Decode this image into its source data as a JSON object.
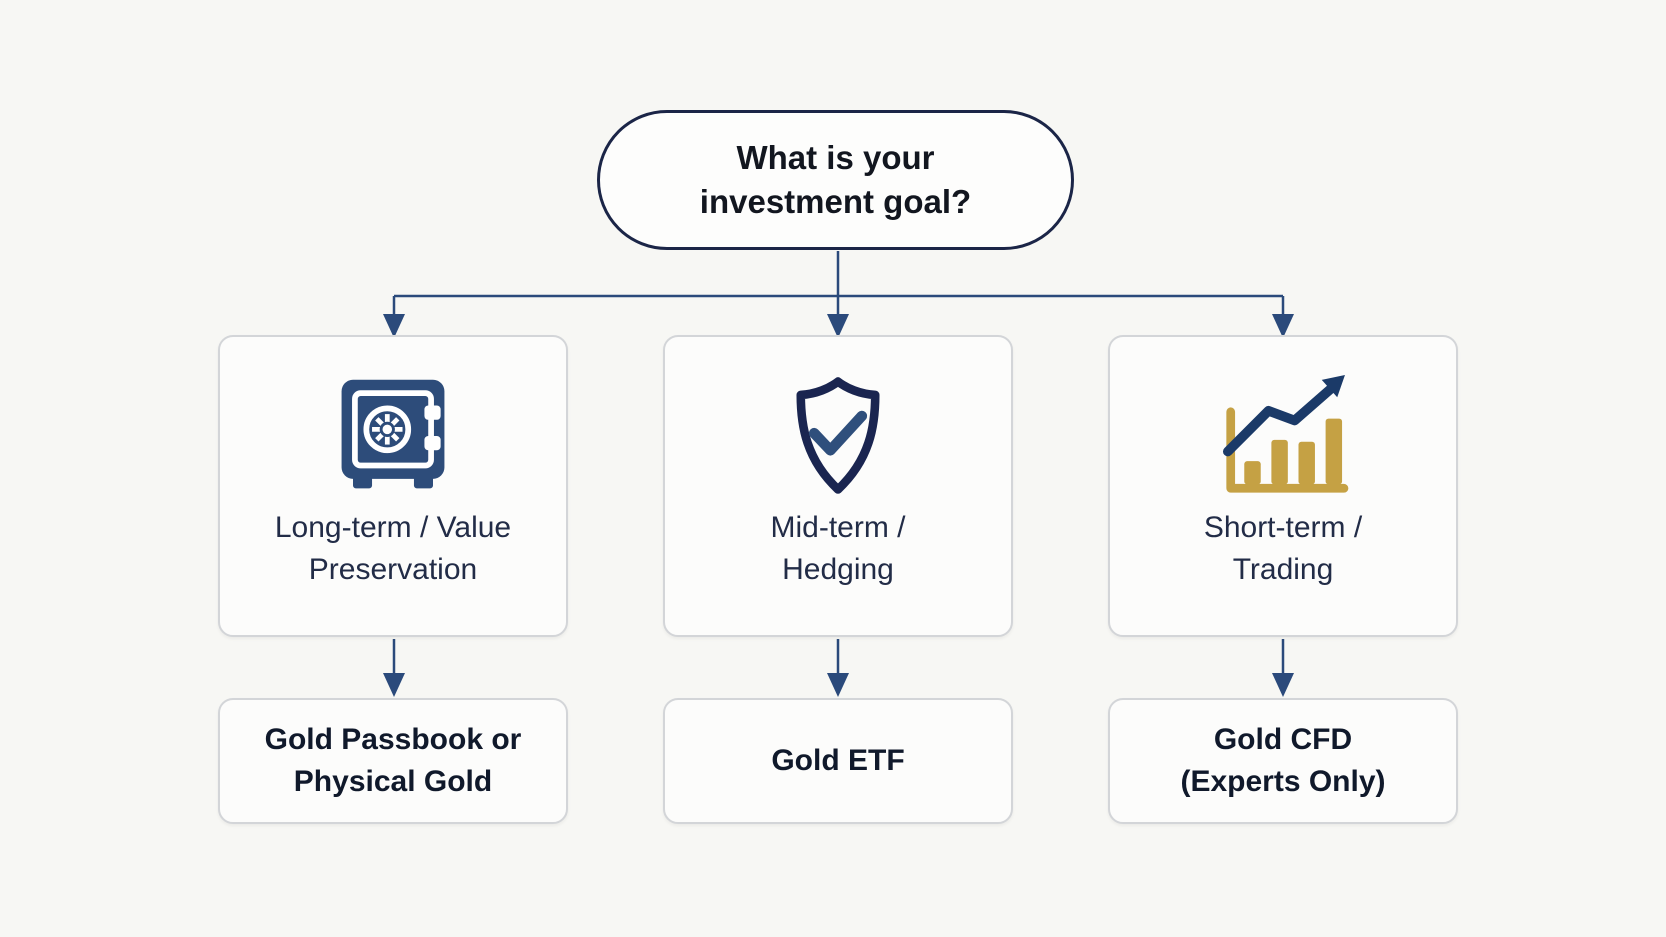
{
  "diagram": {
    "title": "What is your investment goal?",
    "columns": [
      {
        "icon": "safe-vault-icon",
        "goal": "Long-term / Value Preservation",
        "product": "Gold Passbook or Physical Gold"
      },
      {
        "icon": "shield-check-icon",
        "goal": "Mid-term / Hedging",
        "product": "Gold ETF"
      },
      {
        "icon": "rising-bar-chart-icon",
        "goal": "Short-term / Trading",
        "product": "Gold CFD (Experts Only)"
      }
    ],
    "colors": {
      "background": "#f7f7f4",
      "pill_border": "#1b2547",
      "connector_navy": "#2b4a7b",
      "icon_navy": "#2d4c7a",
      "shield_navy_dark": "#1a2550",
      "check_blue": "#2f4f7c",
      "chart_gold": "#c5a144",
      "chart_arrow_navy": "#1b3a68",
      "box_border": "#d3d5d8",
      "box_fill": "#fcfcfb",
      "title_text": "#12161f",
      "goal_text": "#222c47",
      "product_text": "#10192b"
    }
  }
}
